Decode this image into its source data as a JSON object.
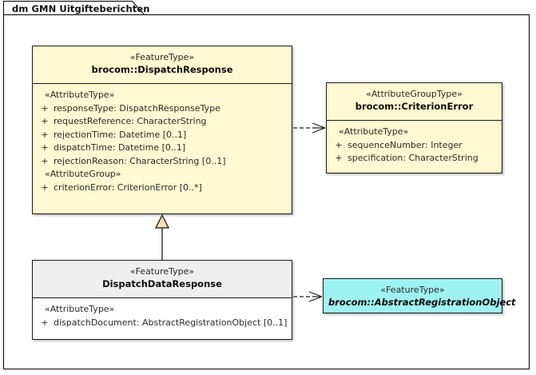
{
  "diagram": {
    "tab_title": "dm GMN Uitgifteberichten",
    "colors": {
      "featuretype_fill": "#FDF9D0",
      "attributegrouptype_fill": "#FDF9D0",
      "abstract_fill": "#9FF2F2",
      "header_gray_fill": "#EFEFEF",
      "border": "#1A1A1A",
      "generalization_fill": "#F5DEB3"
    },
    "classes": [
      {
        "id": "dispatch-response",
        "stereotype": "«FeatureType»",
        "name": "brocom::DispatchResponse",
        "abstract": false,
        "compartments": [
          {
            "group": "«AttributeType»",
            "attributes": [
              {
                "visibility": "+",
                "text": "responseType: DispatchResponseType"
              },
              {
                "visibility": "+",
                "text": "requestReference: CharacterString"
              },
              {
                "visibility": "+",
                "text": "rejectionTime: Datetime [0..1]"
              },
              {
                "visibility": "+",
                "text": "dispatchTime: Datetime [0..1]"
              },
              {
                "visibility": "+",
                "text": "rejectionReason: CharacterString [0..1]"
              }
            ]
          },
          {
            "group": "«AttributeGroup»",
            "attributes": [
              {
                "visibility": "+",
                "text": "criterionError: CriterionError [0..*]"
              }
            ]
          }
        ]
      },
      {
        "id": "criterion-error",
        "stereotype": "«AttributeGroupType»",
        "name": "brocom::CriterionError",
        "abstract": false,
        "compartments": [
          {
            "group": "«AttributeType»",
            "attributes": [
              {
                "visibility": "+",
                "text": "sequenceNumber: Integer"
              },
              {
                "visibility": "+",
                "text": "specification: CharacterString"
              }
            ]
          }
        ]
      },
      {
        "id": "dispatch-data-response",
        "stereotype": "«FeatureType»",
        "name": "DispatchDataResponse",
        "abstract": false,
        "compartments": [
          {
            "group": "«AttributeType»",
            "attributes": [
              {
                "visibility": "+",
                "text": "dispatchDocument: AbstractRegistrationObject [0..1]"
              }
            ]
          }
        ]
      },
      {
        "id": "abstract-registration-object",
        "stereotype": "«FeatureType»",
        "name": "brocom::AbstractRegistrationObject",
        "abstract": true,
        "compartments": []
      }
    ],
    "connectors": [
      {
        "id": "dependency-dispatchresponse-to-criterionerror",
        "type": "dependency",
        "style": "dashed-open-arrow",
        "from": "dispatch-response",
        "to": "criterion-error"
      },
      {
        "id": "generalization-dispatchdataresponse-to-dispatchresponse",
        "type": "generalization",
        "style": "solid-hollow-triangle",
        "from": "dispatch-data-response",
        "to": "dispatch-response"
      },
      {
        "id": "dependency-dispatchdataresponse-to-abstractregistrationobject",
        "type": "dependency",
        "style": "dashed-open-arrow",
        "from": "dispatch-data-response",
        "to": "abstract-registration-object"
      }
    ]
  }
}
